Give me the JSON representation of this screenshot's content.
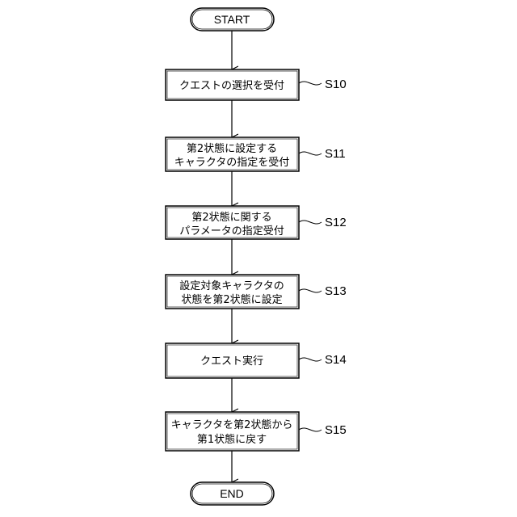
{
  "start": "START",
  "end": "END",
  "steps": [
    {
      "id": "S10",
      "lines": [
        "クエストの選択を受付"
      ]
    },
    {
      "id": "S11",
      "lines": [
        "第2状態に設定する",
        "キャラクタの指定を受付"
      ]
    },
    {
      "id": "S12",
      "lines": [
        "第2状態に関する",
        "パラメータの指定受付"
      ]
    },
    {
      "id": "S13",
      "lines": [
        "設定対象キャラクタの",
        "状態を第2状態に設定"
      ]
    },
    {
      "id": "S14",
      "lines": [
        "クエスト実行"
      ]
    },
    {
      "id": "S15",
      "lines": [
        "キャラクタを第2状態から",
        "第1状態に戻す"
      ]
    }
  ]
}
